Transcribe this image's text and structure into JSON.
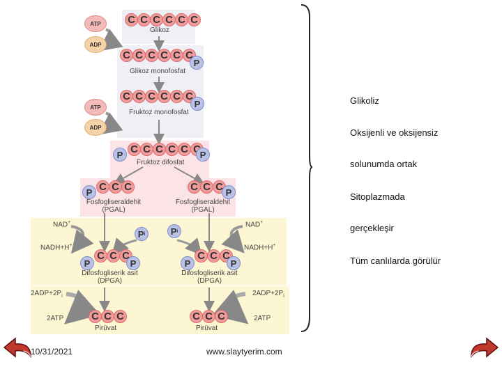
{
  "diagram": {
    "steps": {
      "glucose": {
        "carbons": [
          "C",
          "C",
          "C",
          "C",
          "C",
          "C"
        ],
        "label": "Glikoz"
      },
      "glucose_phosphate": {
        "carbons": [
          "C",
          "C",
          "C",
          "C",
          "C",
          "C"
        ],
        "phosphate": "P",
        "label": "Glikoz monofosfat"
      },
      "fructose_phosphate": {
        "carbons": [
          "C",
          "C",
          "C",
          "C",
          "C",
          "C"
        ],
        "phosphate": "P",
        "label": "Fruktoz monofosfat"
      },
      "fructose_diphosphate": {
        "carbons": [
          "C",
          "C",
          "C",
          "C",
          "C",
          "C"
        ],
        "phosphate_left": "P",
        "phosphate_right": "P",
        "label": "Fruktoz difosfat"
      },
      "pgal_left": {
        "carbons": [
          "C",
          "C",
          "C"
        ],
        "phosphate": "P",
        "label_line1": "Fosfogliseraldehit",
        "label_line2": "(PGAL)"
      },
      "pgal_right": {
        "carbons": [
          "C",
          "C",
          "C"
        ],
        "phosphate": "P",
        "label_line1": "Fosfogliseraldehit",
        "label_line2": "(PGAL)"
      },
      "dpga_left": {
        "carbons": [
          "C",
          "C",
          "C"
        ],
        "phosphate_left": "P",
        "phosphate_right": "P",
        "label_line1": "Difosfogliserik asit",
        "label_line2": "(DPGA)"
      },
      "dpga_right": {
        "carbons": [
          "C",
          "C",
          "C"
        ],
        "phosphate_left": "P",
        "phosphate_right": "P",
        "label_line1": "Difosfogliserik asit",
        "label_line2": "(DPGA)"
      },
      "pyruvate_left": {
        "carbons": [
          "C",
          "C",
          "C"
        ],
        "label": "Pirüvat"
      },
      "pyruvate_right": {
        "carbons": [
          "C",
          "C",
          "C"
        ],
        "label": "Pirüvat"
      }
    },
    "cofactors": {
      "atp_1": "ATP",
      "adp_1": "ADP",
      "atp_2": "ATP",
      "adp_2": "ADP",
      "nad_left": "NAD",
      "nad_left_sup": "+",
      "nad_right": "NAD",
      "nad_right_sup": "+",
      "nadh_left": "NADH+H",
      "nadh_left_sup": "+",
      "nadh_right": "NADH+H",
      "nadh_right_sup": "+",
      "pi_left": "P",
      "pi_left_sub": "i",
      "pi_right": "P",
      "pi_right_sub": "i",
      "adp_left": "2ADP+2P",
      "adp_left_sub": "i",
      "adp_right": "2ADP+2P",
      "adp_right_sub": "i",
      "atp_left": "2ATP",
      "atp_right": "2ATP"
    }
  },
  "bullets": [
    {
      "mark": "",
      "text": "Glikoliz"
    },
    {
      "mark": "",
      "text": "Oksijenli ve oksijensiz"
    },
    {
      "mark": "",
      "text": "solunumda ortak"
    },
    {
      "mark": "",
      "text": "Sitoplazmada"
    },
    {
      "mark": "",
      "text": "gerçekleşir"
    },
    {
      "mark": "",
      "text": "Tüm canlılarda görülür"
    }
  ],
  "footer": {
    "date": "10/31/2021",
    "site": "www.slaytyerim.com"
  },
  "colors": {
    "carbon_fill": "#f19b9b",
    "phosphate_fill": "#b9c2e6",
    "pink_band": "#fbe3e7",
    "yellow_band": "#fcf6d2",
    "gray_band": "#eef0f6",
    "nav_arrow": "#c0392b"
  }
}
